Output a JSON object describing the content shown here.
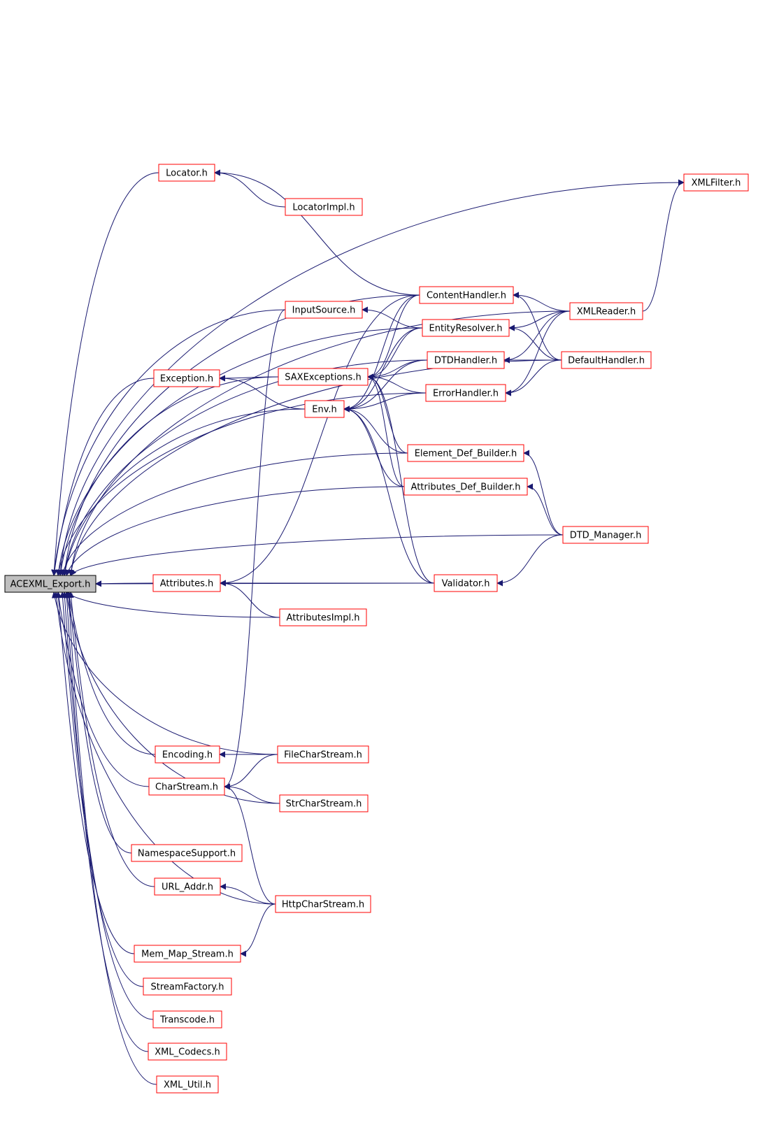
{
  "colors": {
    "edge": "#191970",
    "node_border": "#ff0000",
    "root_fill": "#bfbfbf",
    "root_border": "#000000"
  },
  "nodes": {
    "root": "ACEXML_Export.h",
    "locator": "Locator.h",
    "locatorimpl": "LocatorImpl.h",
    "xmlfilter": "XMLFilter.h",
    "contenthandler": "ContentHandler.h",
    "xmlreader": "XMLReader.h",
    "inputsource": "InputSource.h",
    "entityresolver": "EntityResolver.h",
    "dtdhandler": "DTDHandler.h",
    "defaulthandler": "DefaultHandler.h",
    "exception": "Exception.h",
    "saxexceptions": "SAXExceptions.h",
    "errorhandler": "ErrorHandler.h",
    "env": "Env.h",
    "elementdef": "Element_Def_Builder.h",
    "attributesdef": "Attributes_Def_Builder.h",
    "dtdmanager": "DTD_Manager.h",
    "attributes": "Attributes.h",
    "validator": "Validator.h",
    "attributesimpl": "AttributesImpl.h",
    "encoding": "Encoding.h",
    "filecharstream": "FileCharStream.h",
    "charstream": "CharStream.h",
    "strcharstream": "StrCharStream.h",
    "namespacesupport": "NamespaceSupport.h",
    "urladdr": "URL_Addr.h",
    "httpcharstream": "HttpCharStream.h",
    "memmapstream": "Mem_Map_Stream.h",
    "streamfactory": "StreamFactory.h",
    "transcode": "Transcode.h",
    "xmlcodecs": "XML_Codecs.h",
    "xmlutil": "XML_Util.h"
  },
  "edges": [
    [
      "locator",
      "root"
    ],
    [
      "locatorimpl",
      "locator"
    ],
    [
      "contenthandler",
      "locator"
    ],
    [
      "xmlfilter",
      "root"
    ],
    [
      "xmlreader",
      "xmlfilter"
    ],
    [
      "contenthandler",
      "root"
    ],
    [
      "xmlreader",
      "contenthandler"
    ],
    [
      "defaulthandler",
      "contenthandler"
    ],
    [
      "xmlreader",
      "root"
    ],
    [
      "inputsource",
      "root"
    ],
    [
      "entityresolver",
      "inputsource"
    ],
    [
      "entityresolver",
      "root"
    ],
    [
      "xmlreader",
      "entityresolver"
    ],
    [
      "defaulthandler",
      "entityresolver"
    ],
    [
      "dtdhandler",
      "root"
    ],
    [
      "xmlreader",
      "dtdhandler"
    ],
    [
      "defaulthandler",
      "dtdhandler"
    ],
    [
      "defaulthandler",
      "root"
    ],
    [
      "exception",
      "root"
    ],
    [
      "saxexceptions",
      "exception"
    ],
    [
      "env",
      "exception"
    ],
    [
      "saxexceptions",
      "root"
    ],
    [
      "contenthandler",
      "saxexceptions"
    ],
    [
      "entityresolver",
      "saxexceptions"
    ],
    [
      "dtdhandler",
      "saxexceptions"
    ],
    [
      "errorhandler",
      "saxexceptions"
    ],
    [
      "elementdef",
      "saxexceptions"
    ],
    [
      "attributesdef",
      "saxexceptions"
    ],
    [
      "validator",
      "saxexceptions"
    ],
    [
      "errorhandler",
      "root"
    ],
    [
      "xmlreader",
      "errorhandler"
    ],
    [
      "defaulthandler",
      "errorhandler"
    ],
    [
      "env",
      "root"
    ],
    [
      "contenthandler",
      "env"
    ],
    [
      "entityresolver",
      "env"
    ],
    [
      "dtdhandler",
      "env"
    ],
    [
      "errorhandler",
      "env"
    ],
    [
      "elementdef",
      "env"
    ],
    [
      "attributesdef",
      "env"
    ],
    [
      "validator",
      "env"
    ],
    [
      "elementdef",
      "root"
    ],
    [
      "dtdmanager",
      "elementdef"
    ],
    [
      "attributesdef",
      "root"
    ],
    [
      "dtdmanager",
      "attributesdef"
    ],
    [
      "dtdmanager",
      "root"
    ],
    [
      "dtdmanager",
      "validator"
    ],
    [
      "attributes",
      "root"
    ],
    [
      "contenthandler",
      "attributes"
    ],
    [
      "validator",
      "attributes"
    ],
    [
      "attributesimpl",
      "attributes"
    ],
    [
      "validator",
      "root"
    ],
    [
      "attributesimpl",
      "root"
    ],
    [
      "encoding",
      "root"
    ],
    [
      "filecharstream",
      "encoding"
    ],
    [
      "filecharstream",
      "root"
    ],
    [
      "filecharstream",
      "charstream"
    ],
    [
      "charstream",
      "root"
    ],
    [
      "inputsource",
      "charstream"
    ],
    [
      "strcharstream",
      "charstream"
    ],
    [
      "httpcharstream",
      "charstream"
    ],
    [
      "strcharstream",
      "root"
    ],
    [
      "namespacesupport",
      "root"
    ],
    [
      "urladdr",
      "root"
    ],
    [
      "httpcharstream",
      "urladdr"
    ],
    [
      "httpcharstream",
      "root"
    ],
    [
      "memmapstream",
      "root"
    ],
    [
      "httpcharstream",
      "memmapstream"
    ],
    [
      "streamfactory",
      "root"
    ],
    [
      "transcode",
      "root"
    ],
    [
      "xmlcodecs",
      "root"
    ],
    [
      "xmlutil",
      "root"
    ]
  ]
}
